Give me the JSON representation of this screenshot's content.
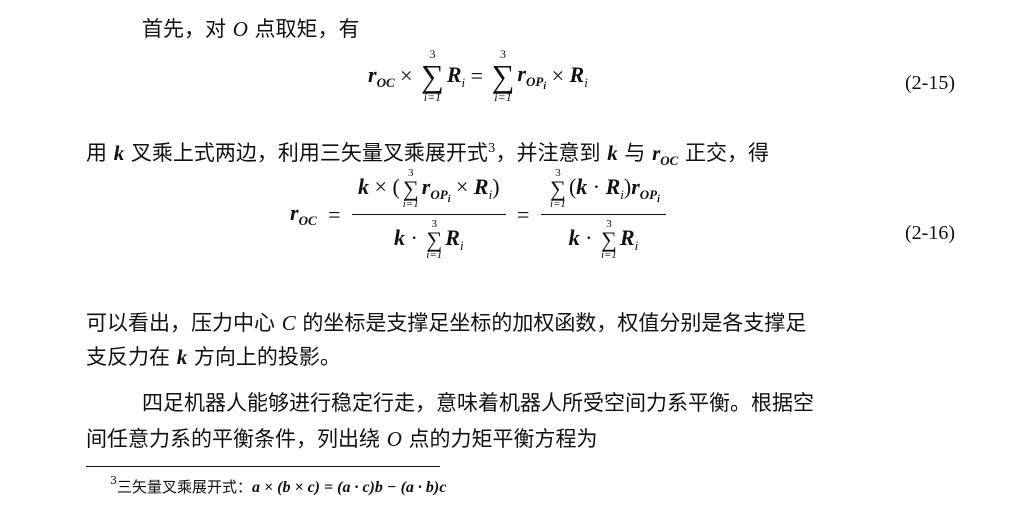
{
  "para1": {
    "text_a": "首先，对 ",
    "O": "O",
    "text_b": " 点取矩，有"
  },
  "eq1": {
    "number": "(2-15)",
    "r": "r",
    "OC": "OC",
    "times": "×",
    "sum_top": "3",
    "sum_bottom": "i=1",
    "R": "R",
    "i": "i",
    "eq": "=",
    "OP": "OP"
  },
  "para2": {
    "a": "用 ",
    "k": "k",
    "b": " 叉乘上式两边，利用三矢量叉乘展开式",
    "fnmark": "3",
    "c": "，并注意到 ",
    "d": " 与 ",
    "e": " 正交，得"
  },
  "eq2": {
    "number": "(2-16)",
    "k": "k",
    "dot": "·",
    "lparen": "(",
    "rparen": ")"
  },
  "para3": {
    "line1a": "可以看出，压力中心 ",
    "C": "C",
    "line1b": " 的坐标是支撑足坐标的加权函数，权值分别是各支撑足",
    "line2a": "支反力在 ",
    "line2b": " 方向上的投影。"
  },
  "para4": {
    "line1": "四足机器人能够进行稳定行走，意味着机器人所受空间力系平衡。根据空",
    "line2a": "间任意力系的平衡条件，列出绕 ",
    "line2b": " 点的力矩平衡方程为"
  },
  "footnote": {
    "mark": "3",
    "text": "三矢量叉乘展开式：",
    "formula": "a × (b × c) = (a · c)b − (a · b)c"
  }
}
